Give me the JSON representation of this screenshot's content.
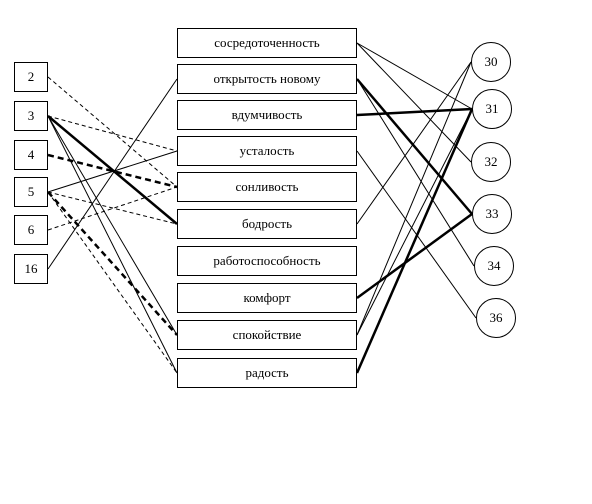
{
  "left_nodes": [
    {
      "id": "L2",
      "label": "2"
    },
    {
      "id": "L3",
      "label": "3"
    },
    {
      "id": "L4",
      "label": "4"
    },
    {
      "id": "L5",
      "label": "5"
    },
    {
      "id": "L6",
      "label": "6"
    },
    {
      "id": "L16",
      "label": "16"
    }
  ],
  "middle_nodes": [
    {
      "id": "M0",
      "label": "сосредоточенность"
    },
    {
      "id": "M1",
      "label": "открытость новому"
    },
    {
      "id": "M2",
      "label": "вдумчивость"
    },
    {
      "id": "M3",
      "label": "усталость"
    },
    {
      "id": "M4",
      "label": "сонливость"
    },
    {
      "id": "M5",
      "label": "бодрость"
    },
    {
      "id": "M6",
      "label": "работоспособность"
    },
    {
      "id": "M7",
      "label": "комфорт"
    },
    {
      "id": "M8",
      "label": "спокойствие"
    },
    {
      "id": "M9",
      "label": "радость"
    }
  ],
  "right_nodes": [
    {
      "id": "R30",
      "label": "30"
    },
    {
      "id": "R31",
      "label": "31"
    },
    {
      "id": "R32",
      "label": "32"
    },
    {
      "id": "R33",
      "label": "33"
    },
    {
      "id": "R34",
      "label": "34"
    },
    {
      "id": "R36",
      "label": "36"
    }
  ],
  "edges": [
    {
      "from": "L2",
      "to": "M4",
      "style": "dashed-thin"
    },
    {
      "from": "L3",
      "to": "M3",
      "style": "dashed-thin"
    },
    {
      "from": "L3",
      "to": "M5",
      "style": "solid-bold"
    },
    {
      "from": "L3",
      "to": "M8",
      "style": "solid-thin"
    },
    {
      "from": "L3",
      "to": "M9",
      "style": "solid-thin"
    },
    {
      "from": "L4",
      "to": "M4",
      "style": "dashed-bold"
    },
    {
      "from": "L5",
      "to": "M3",
      "style": "solid-thin"
    },
    {
      "from": "L5",
      "to": "M8",
      "style": "dashed-bold"
    },
    {
      "from": "L5",
      "to": "M9",
      "style": "dashed-thin"
    },
    {
      "from": "L5",
      "to": "M5",
      "style": "dashed-thin"
    },
    {
      "from": "L6",
      "to": "M4",
      "style": "dashed-thin"
    },
    {
      "from": "L16",
      "to": "M1",
      "style": "solid-thin"
    },
    {
      "from": "M0",
      "to": "R31",
      "style": "solid-thin"
    },
    {
      "from": "M0",
      "to": "R32",
      "style": "solid-thin"
    },
    {
      "from": "M1",
      "to": "R33",
      "style": "solid-bold"
    },
    {
      "from": "M1",
      "to": "R34",
      "style": "solid-thin"
    },
    {
      "from": "M2",
      "to": "R31",
      "style": "solid-bold"
    },
    {
      "from": "M3",
      "to": "R36",
      "style": "solid-thin"
    },
    {
      "from": "M5",
      "to": "R30",
      "style": "solid-thin"
    },
    {
      "from": "M7",
      "to": "R33",
      "style": "solid-bold"
    },
    {
      "from": "M8",
      "to": "R30",
      "style": "solid-thin"
    },
    {
      "from": "M8",
      "to": "R31",
      "style": "solid-thin"
    },
    {
      "from": "M9",
      "to": "R31",
      "style": "solid-bold"
    }
  ]
}
